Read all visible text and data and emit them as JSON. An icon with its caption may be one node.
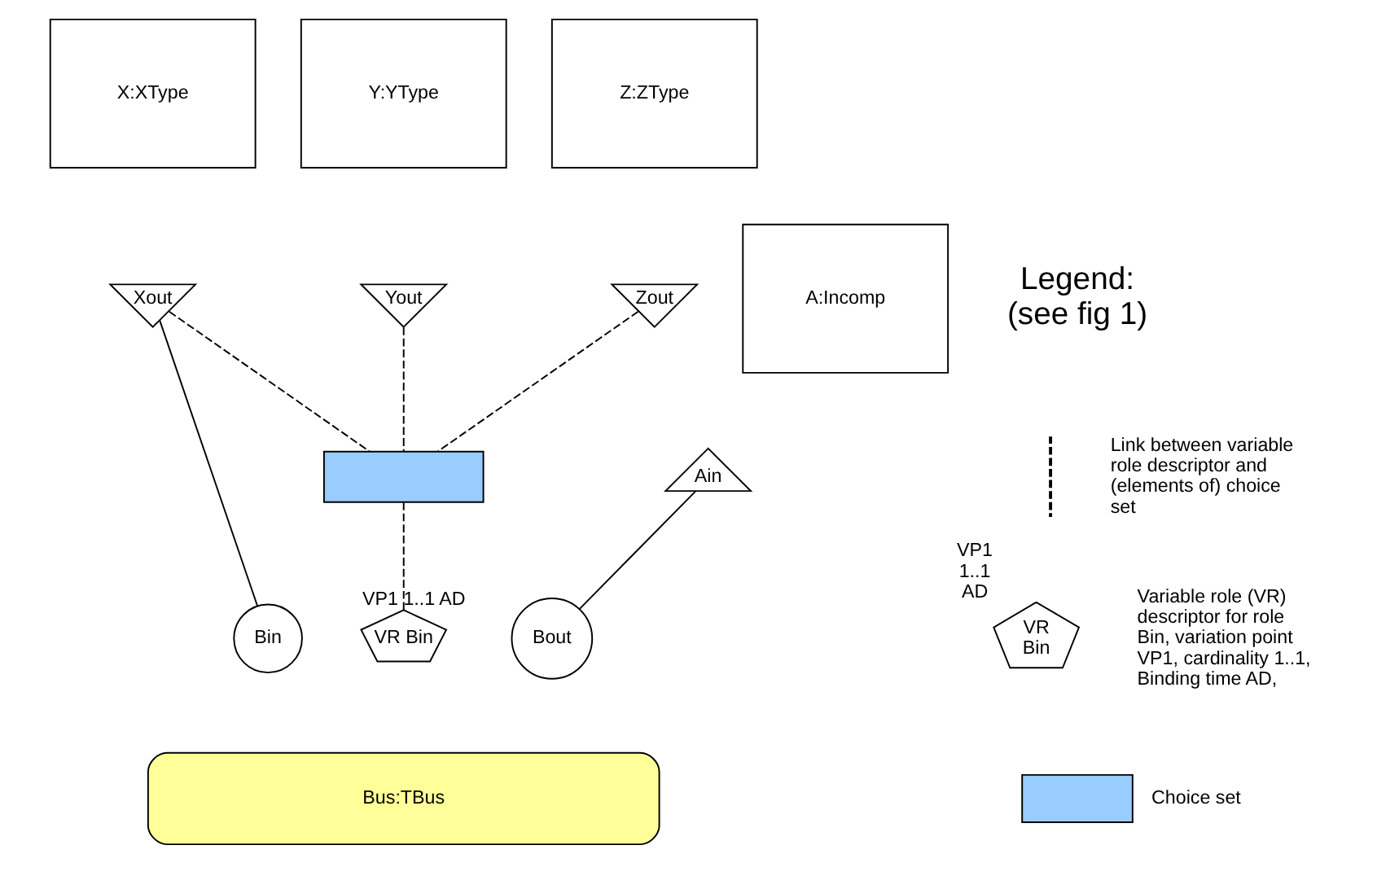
{
  "diagram": {
    "nodes": [
      {
        "text": [
          "X:XType"
        ]
      },
      {
        "text": [
          "Xout"
        ]
      },
      {
        "text": [
          "Y:YType"
        ]
      },
      {
        "text": [
          "Yout"
        ]
      },
      {
        "text": [
          "Z:ZType"
        ]
      },
      {
        "text": [
          "Zout"
        ]
      },
      {
        "text": [
          "A:Incomp"
        ]
      },
      {
        "text": [
          "Ain"
        ]
      },
      {
        "text": [
          "Bus:TBus"
        ]
      },
      {
        "text": [
          "Bout"
        ]
      },
      {
        "text": [
          "Bin"
        ]
      },
      {
        "text": [],
        "shape": "box"
      },
      {
        "text": [
          "VR Bin"
        ],
        "beside": [
          "VP1 1..1 AD"
        ]
      }
    ],
    "edges": [
      {
        "from": 1,
        "to": 10,
        "arrow": "none"
      },
      {
        "from": 1,
        "to": 11,
        "arrow": "none",
        "style": "dashed"
      },
      {
        "from": 3,
        "to": 11,
        "arrow": "none",
        "style": "dashed"
      },
      {
        "from": 5,
        "to": 11,
        "arrow": "none",
        "style": "dashed"
      },
      {
        "from": 11,
        "to": 12,
        "arrow": "none",
        "style": "dashed"
      },
      {
        "from": 7,
        "to": 9,
        "arrow": "none"
      }
    ],
    "labels": [
      "Legend: (see fig 1)",
      "VR Bin",
      "VP1 1..1 AD"
    ],
    "legend": [
      {
        "text": "Link between variable role descriptor and (elements of) choice set"
      },
      {
        "text": "Variable role (VR) descriptor for role Bin, variation point VP1, cardinality 1..1, Binding time AD,"
      },
      {
        "text": "Choice set"
      }
    ]
  }
}
